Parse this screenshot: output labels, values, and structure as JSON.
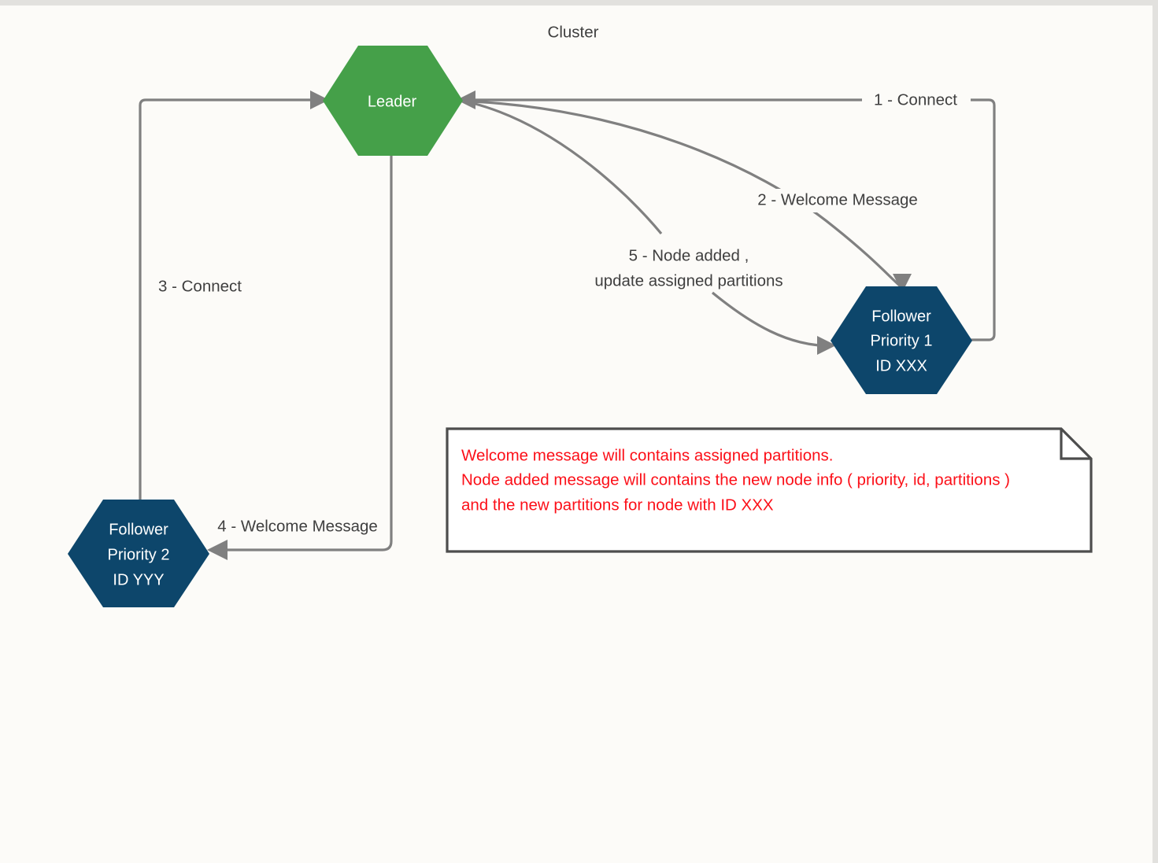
{
  "diagram": {
    "title": "Cluster",
    "background_color": "#fcfbf8",
    "edge_color": "#808080",
    "note_text_color": "#fc0f18",
    "nodes": [
      {
        "id": "leader",
        "kind": "hexagon",
        "color": "#45a049",
        "lines": [
          "Leader"
        ]
      },
      {
        "id": "follower-1",
        "kind": "hexagon",
        "color": "#0d466b",
        "lines": [
          "Follower",
          "Priority 1",
          "ID XXX"
        ]
      },
      {
        "id": "follower-2",
        "kind": "hexagon",
        "color": "#0d466b",
        "lines": [
          "Follower",
          "Priority 2",
          "ID YYY"
        ]
      }
    ],
    "edges": [
      {
        "id": "e1",
        "label": "1 -  Connect",
        "from": "follower-1",
        "to": "leader"
      },
      {
        "id": "e2",
        "label": "2 -  Welcome Message",
        "from": "leader",
        "to": "follower-1"
      },
      {
        "id": "e3",
        "label": "3 -  Connect",
        "from": "follower-2",
        "to": "leader"
      },
      {
        "id": "e4",
        "label": "4 -  Welcome Message",
        "from": "leader",
        "to": "follower-2"
      },
      {
        "id": "e5",
        "label_line1": "5 -  Node added ,",
        "label_line2": "update  assigned partitions",
        "from": "leader",
        "to": "follower-1"
      }
    ],
    "note": {
      "line1": "Welcome message will contains assigned partitions.",
      "line2": "Node added message will contains the new node info ( priority, id, partitions )",
      "line3": "and the new  partitions for node with ID XXX"
    }
  }
}
